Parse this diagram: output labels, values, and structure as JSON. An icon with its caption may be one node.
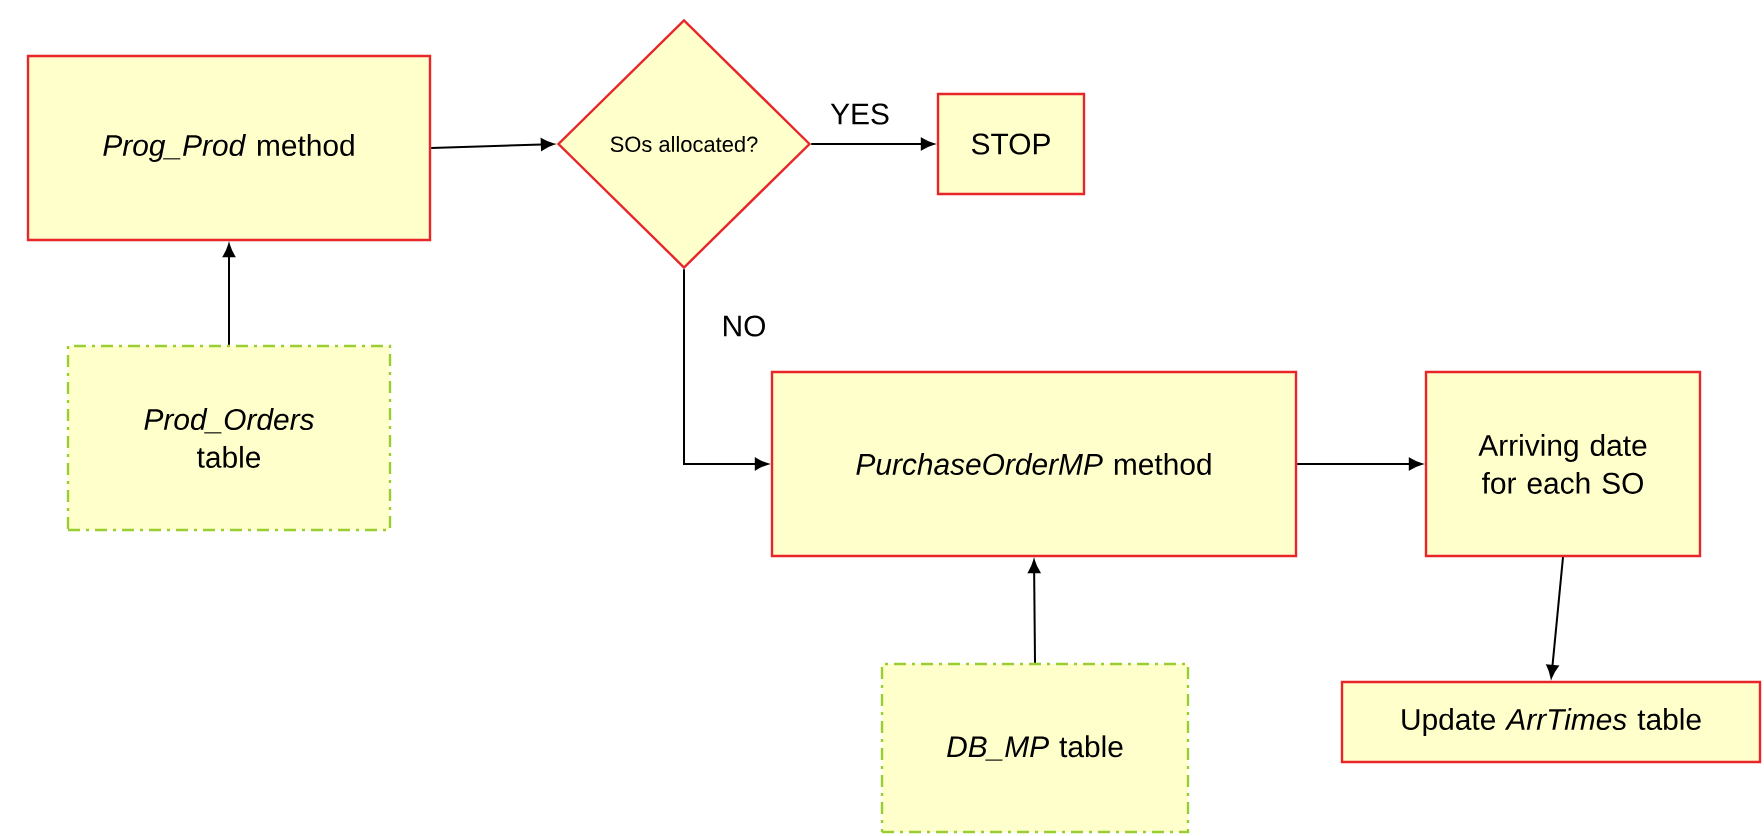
{
  "diagram": {
    "nodes": [
      {
        "text": [
          "*Prog_Prod* method"
        ]
      },
      {
        "text": [
          "SOs allocated?"
        ]
      },
      {
        "text": [
          "STOP"
        ]
      },
      {
        "text": [
          "*Prod_Orders* table"
        ]
      },
      {
        "text": [
          "*PurchaseOrderMP* method"
        ]
      },
      {
        "text": [
          "Arriving date for each SO"
        ]
      },
      {
        "text": [
          "Update *ArrTimes* table"
        ]
      },
      {
        "text": [
          "*DB_MP* table"
        ]
      }
    ],
    "edges": [
      {
        "from": 0,
        "to": 1,
        "arrow": "to"
      },
      {
        "from": 1,
        "to": 2,
        "arrow": "to",
        "label": "YES"
      },
      {
        "from": 1,
        "to": 4,
        "arrow": "to",
        "label": "NO"
      },
      {
        "from": 3,
        "to": 0,
        "arrow": "to"
      },
      {
        "from": 4,
        "to": 5,
        "arrow": "to"
      },
      {
        "from": 5,
        "to": 6,
        "arrow": "to"
      },
      {
        "from": 7,
        "to": 4,
        "arrow": "to"
      }
    ]
  }
}
